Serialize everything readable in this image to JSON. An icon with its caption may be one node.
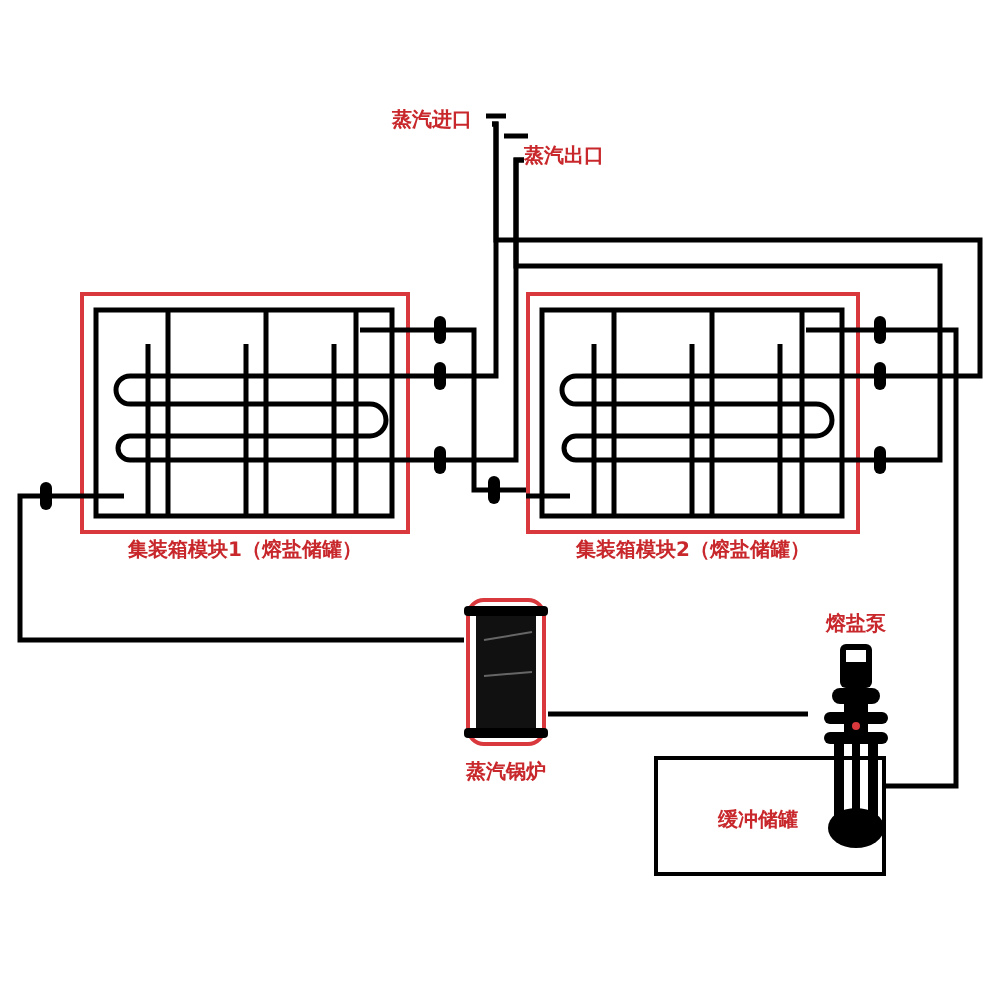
{
  "diagram": {
    "nodes": [
      {
        "text": [
          "蒸汽进口"
        ]
      },
      {
        "text": [
          "蒸汽出口"
        ]
      },
      {
        "text": [
          "集装箱模块1（熔盐储罐）"
        ]
      },
      {
        "text": [
          "集装箱模块2（熔盐储罐）"
        ]
      },
      {
        "text": [
          "蒸汽锅炉"
        ]
      },
      {
        "text": [
          "熔盐泵"
        ]
      },
      {
        "text": [
          "缓冲储罐"
        ]
      }
    ],
    "edges": [
      {
        "from": 0,
        "to": 2,
        "arrow": "none"
      },
      {
        "from": 0,
        "to": 3,
        "arrow": "none"
      },
      {
        "from": 1,
        "to": 2,
        "arrow": "none"
      },
      {
        "from": 1,
        "to": 3,
        "arrow": "none"
      },
      {
        "from": 2,
        "to": 3,
        "arrow": "none"
      },
      {
        "from": 2,
        "to": 4,
        "arrow": "none"
      },
      {
        "from": 4,
        "to": 5,
        "arrow": "none"
      },
      {
        "from": 6,
        "to": 3,
        "arrow": "none"
      }
    ]
  }
}
